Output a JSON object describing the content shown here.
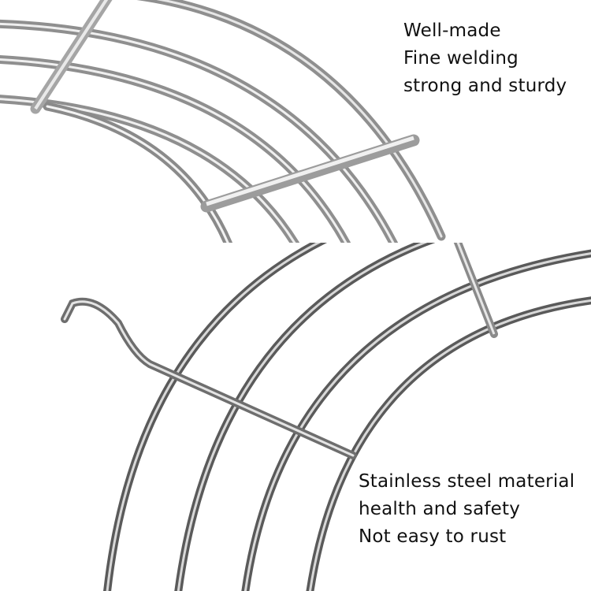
{
  "image": {
    "subject": "stainless steel round wire rack (close-up, two views)",
    "background": "#ffffff",
    "panels": [
      {
        "name": "top-view",
        "description": "concentric wire rings joined by straight cross bar"
      },
      {
        "name": "bottom-view",
        "description": "concentric wire rings with hooked support bar"
      }
    ]
  },
  "captions": {
    "top": {
      "lines": [
        "Well-made",
        "Fine welding",
        "strong and sturdy"
      ]
    },
    "bottom": {
      "lines": [
        "Stainless steel material",
        "health and safety",
        "Not easy to rust"
      ]
    }
  },
  "colors": {
    "text": "#111111",
    "wire_dark": "#4a4a4a",
    "wire_mid": "#9a9a9a",
    "wire_light": "#e8e8e8"
  }
}
